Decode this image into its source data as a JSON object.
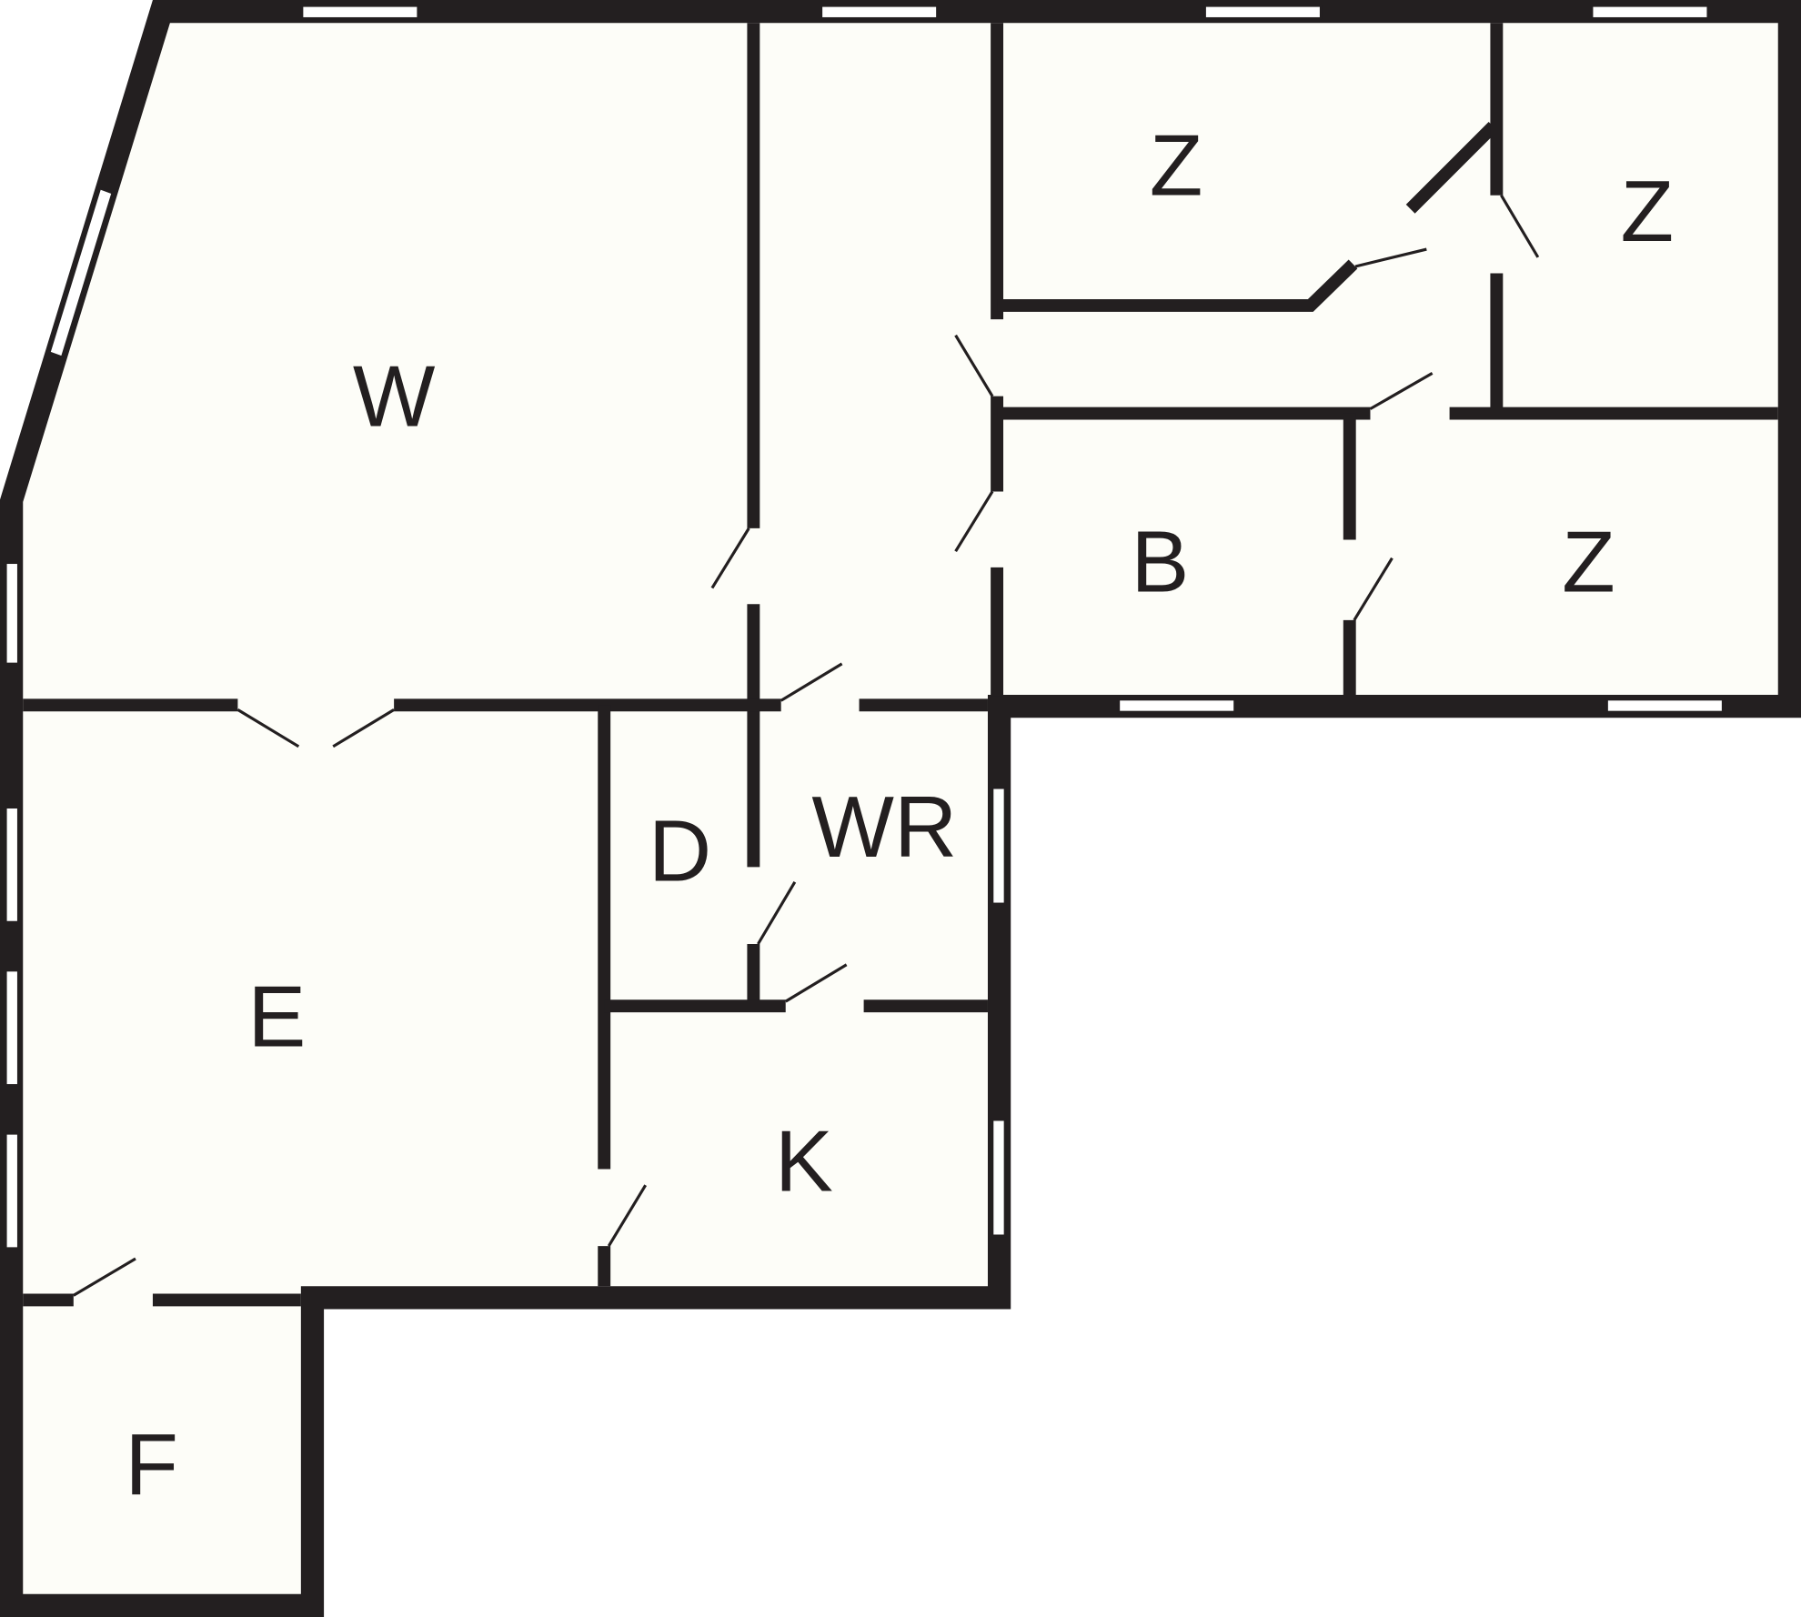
{
  "floorplan": {
    "colors": {
      "wall": "#231f20",
      "floor": "#fdfdf8",
      "window": "#ffffff"
    },
    "rooms": [
      {
        "label": "W"
      },
      {
        "label": "Z"
      },
      {
        "label": "Z"
      },
      {
        "label": "B"
      },
      {
        "label": "Z"
      },
      {
        "label": "D"
      },
      {
        "label": "WR"
      },
      {
        "label": "E"
      },
      {
        "label": "K"
      },
      {
        "label": "F"
      }
    ]
  }
}
